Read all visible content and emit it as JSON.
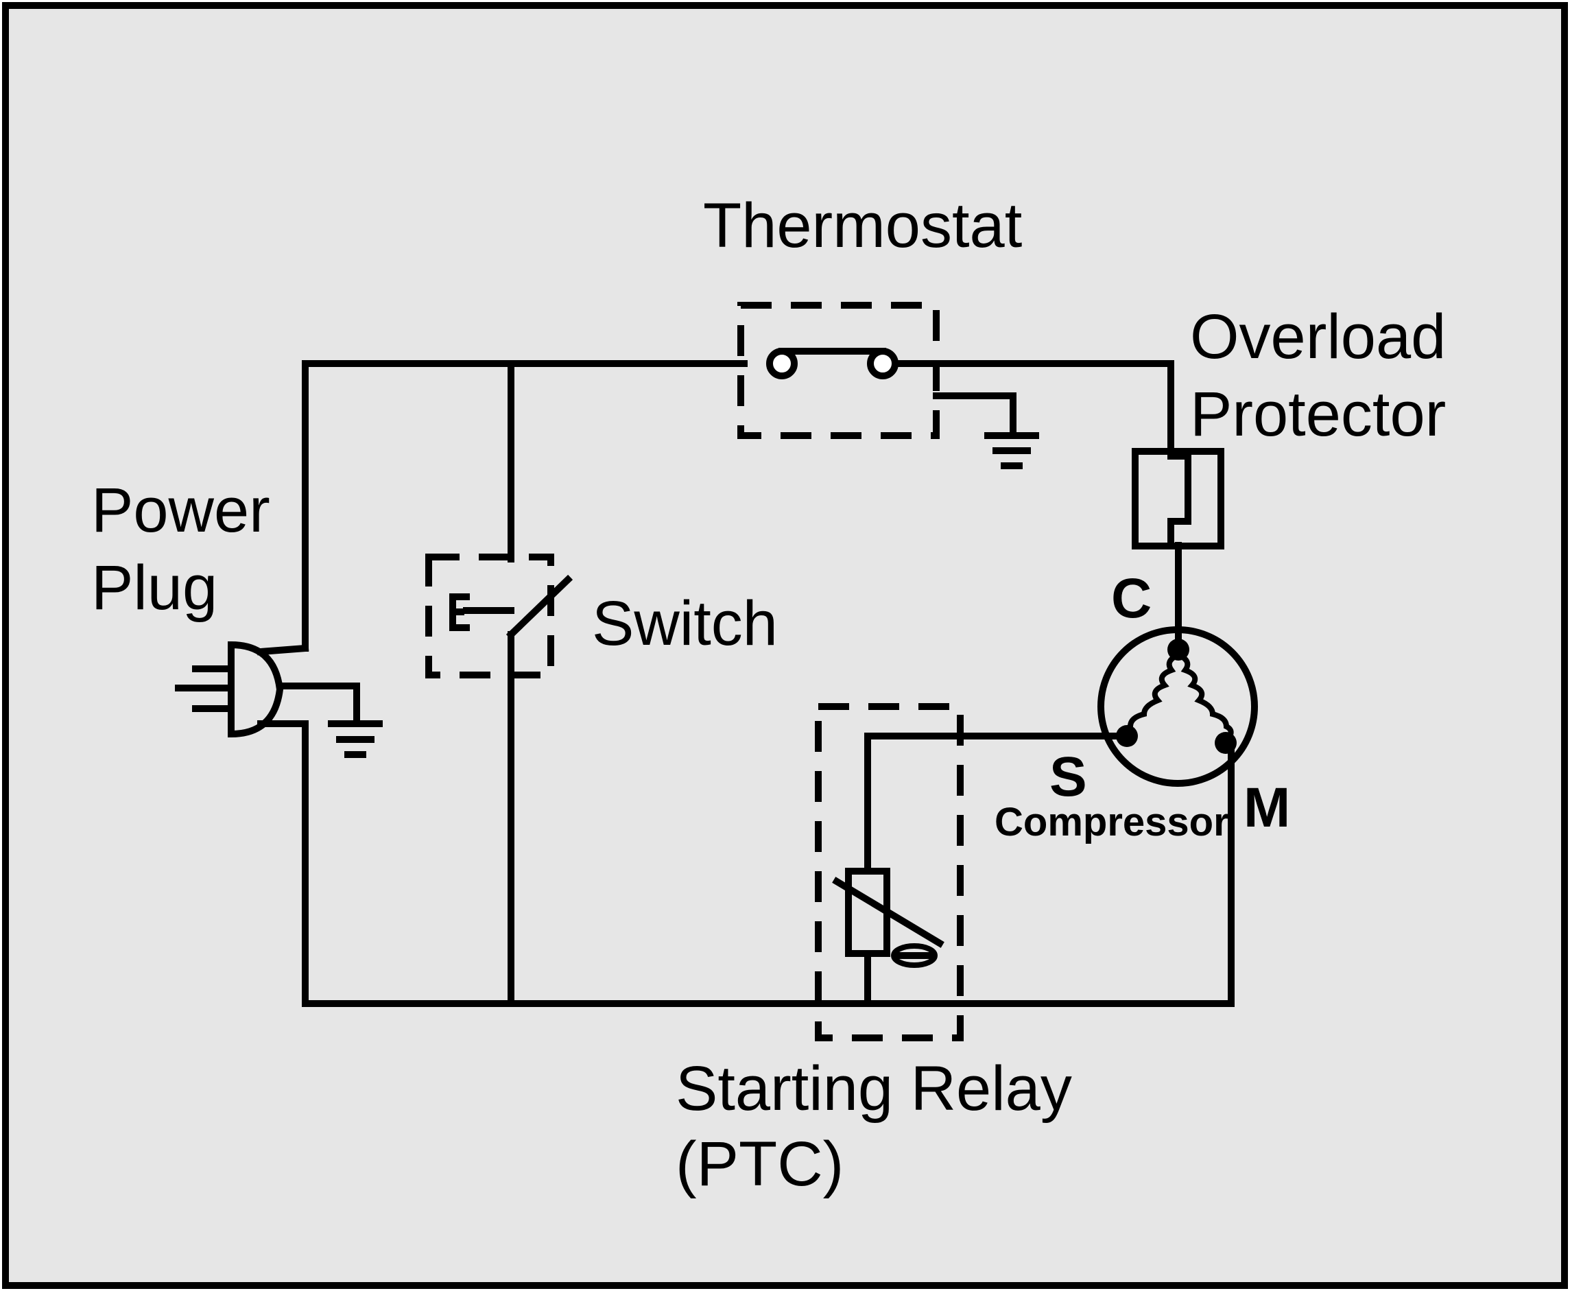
{
  "diagram": {
    "colors": {
      "background": "#e6e6e6",
      "ink": "#000000"
    },
    "labels": {
      "thermostat": "Thermostat",
      "overload_line1": "Overload",
      "overload_line2": "Protector",
      "power_line1": "Power",
      "power_line2": "Plug",
      "switch": "Switch",
      "terminal_c": "C",
      "terminal_s": "S",
      "terminal_m": "M",
      "compressor": "Compressor",
      "relay_line1": "Starting Relay",
      "relay_line2": "(PTC)"
    }
  }
}
